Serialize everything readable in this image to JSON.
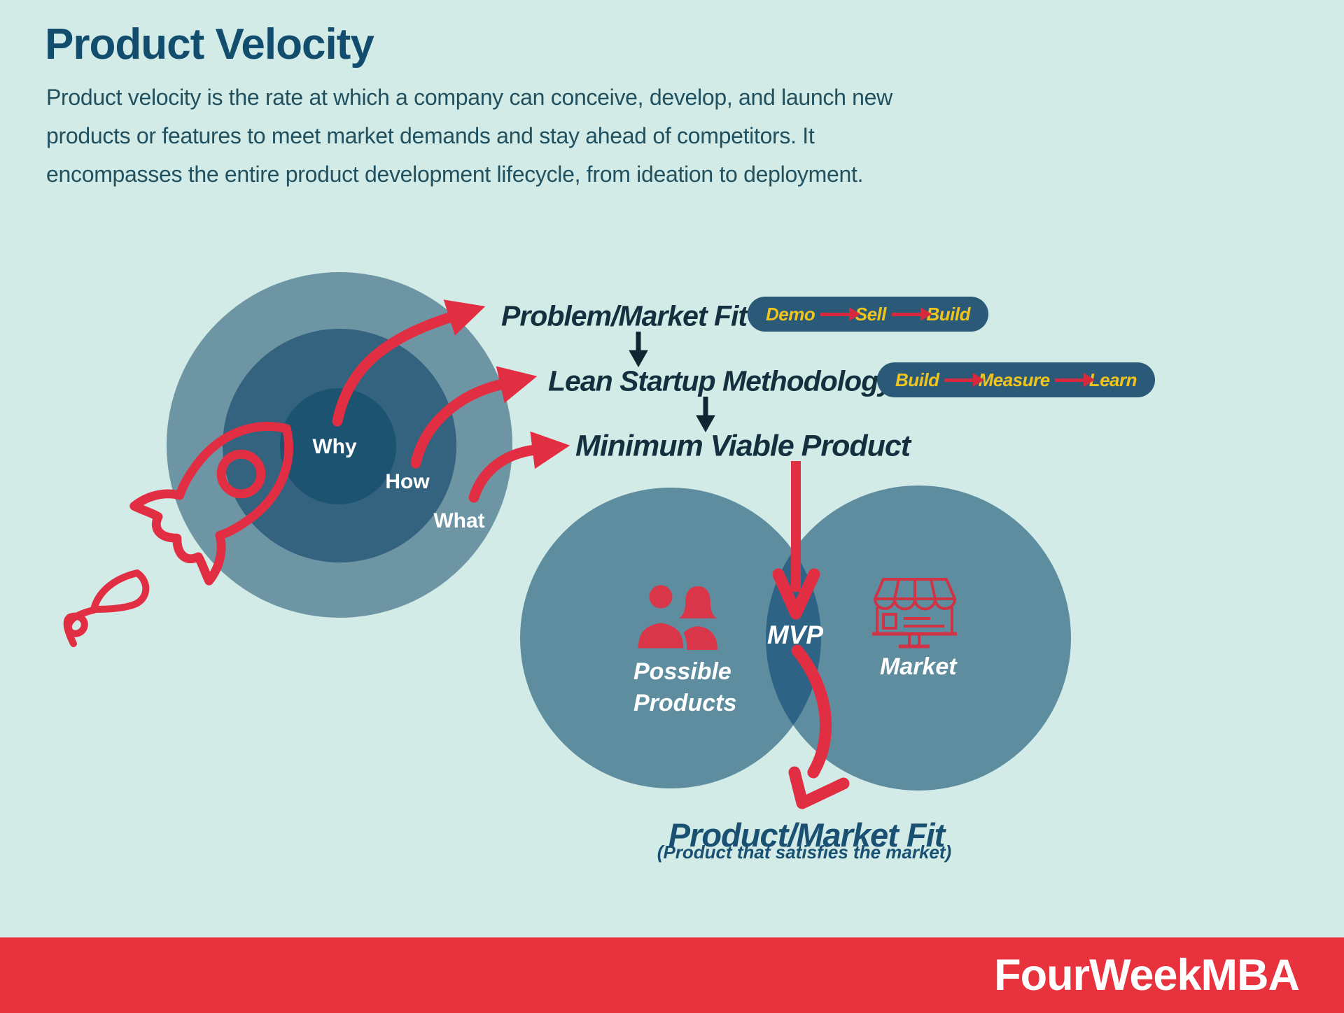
{
  "header": {
    "title": "Product Velocity",
    "description_lines": [
      "Product velocity is the rate at which a company can conceive, develop, and launch new",
      "products or features to meet market demands and stay ahead of competitors. It",
      "encompasses the entire product development lifecycle, from ideation to deployment."
    ]
  },
  "golden_circle": {
    "rings": [
      {
        "label": "Why"
      },
      {
        "label": "How"
      },
      {
        "label": "What"
      }
    ],
    "icon": "rocket-icon"
  },
  "flow_steps": [
    {
      "label": "Problem/Market Fit",
      "pill": {
        "items": [
          "Demo",
          "Sell",
          "Build"
        ]
      }
    },
    {
      "label": "Lean Startup Methodology",
      "pill": {
        "items": [
          "Build",
          "Measure",
          "Learn"
        ]
      }
    },
    {
      "label": "Minimum Viable Product"
    }
  ],
  "venn": {
    "left": {
      "icon": "users-icon",
      "label_line1": "Possible",
      "label_line2": "Products"
    },
    "overlap": {
      "label": "MVP"
    },
    "right": {
      "icon": "storefront-icon",
      "label": "Market"
    }
  },
  "result": {
    "title": "Product/Market Fit",
    "subtitle": "(Product that satisfies the market)"
  },
  "footer": {
    "brand": "FourWeekMBA"
  },
  "colors": {
    "background": "#d2ebe7",
    "accent_red": "#e22e42",
    "footer_red": "#e8333f",
    "pill_background": "#2b5a78",
    "pill_text_yellow": "#f0c41c",
    "title_navy": "#124d6e",
    "body_text": "#21505f",
    "label_dark": "#14303e",
    "pmf_text": "#1a5173",
    "circle_outer": "#6e95a4",
    "circle_middle": "#33637f",
    "circle_inner": "#1c5370",
    "venn_circle": "#5f8da0",
    "venn_overlap": "#2d6384",
    "white": "#ffffff"
  }
}
